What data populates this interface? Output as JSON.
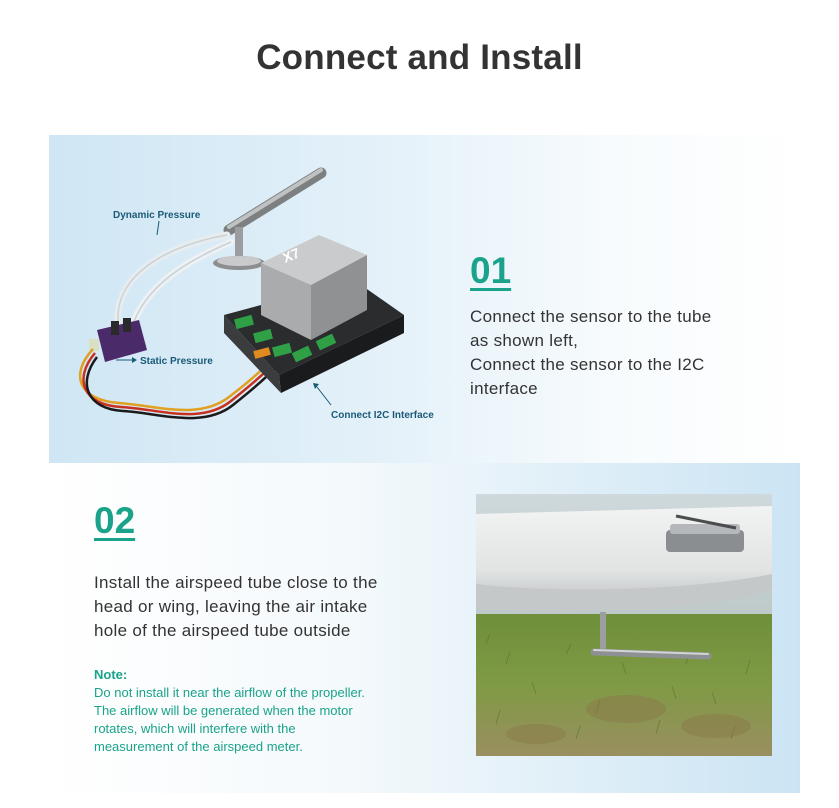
{
  "title": "Connect and Install",
  "step1": {
    "number": "01",
    "lines": [
      "Connect the sensor to the tube",
      "as shown left,",
      "Connect the sensor to the I2C",
      "interface"
    ],
    "callouts": {
      "dynamic": "Dynamic Pressure",
      "static": "Static Pressure",
      "i2c": "Connect I2C Interface"
    },
    "device_label": "X7"
  },
  "step2": {
    "number": "02",
    "lines": [
      "Install the airspeed tube close to the",
      "head or wing, leaving the air intake",
      "hole of the airspeed tube outside"
    ],
    "note_label": "Note:",
    "note_lines": [
      "Do not install it near the airflow of the propeller.",
      "The airflow will be generated when the motor",
      "rotates, which will interfere with the",
      "measurement of the airspeed meter."
    ]
  },
  "colors": {
    "accent": "#1aa38a",
    "callout": "#1a5a78"
  }
}
